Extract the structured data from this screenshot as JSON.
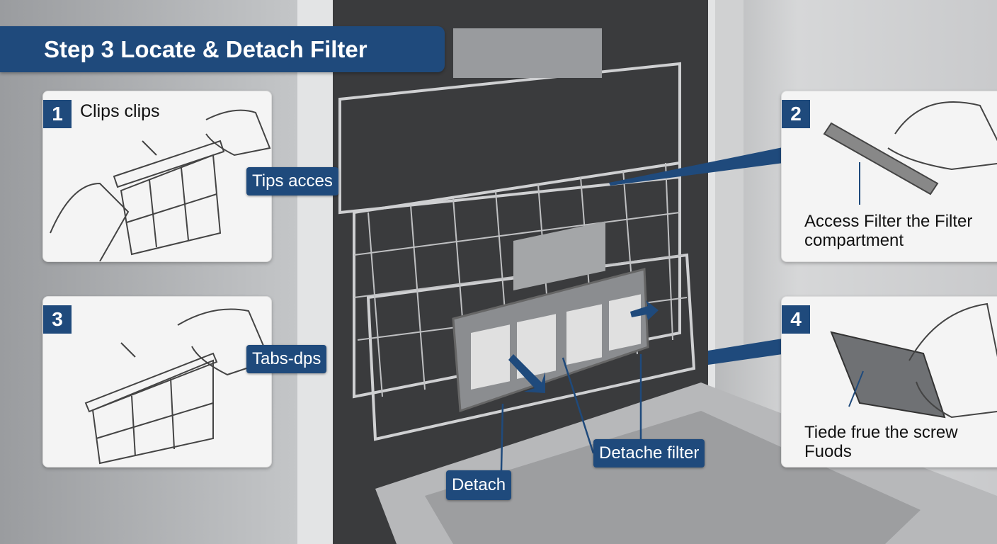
{
  "title": "Step 3  Locate & Detach Filter",
  "panels": [
    {
      "number": "1",
      "title": "Clips clips"
    },
    {
      "number": "2",
      "caption": "Access Filter the Filter compartment"
    },
    {
      "number": "3"
    },
    {
      "number": "4",
      "caption": "Tiede frue the screw Fuods"
    }
  ],
  "callouts": {
    "tips": "Tips acces",
    "tabs": "Tabs-dps",
    "detache_filter": "Detache filter",
    "detach": "Detach"
  },
  "colors": {
    "accent": "#1f4a7c"
  }
}
